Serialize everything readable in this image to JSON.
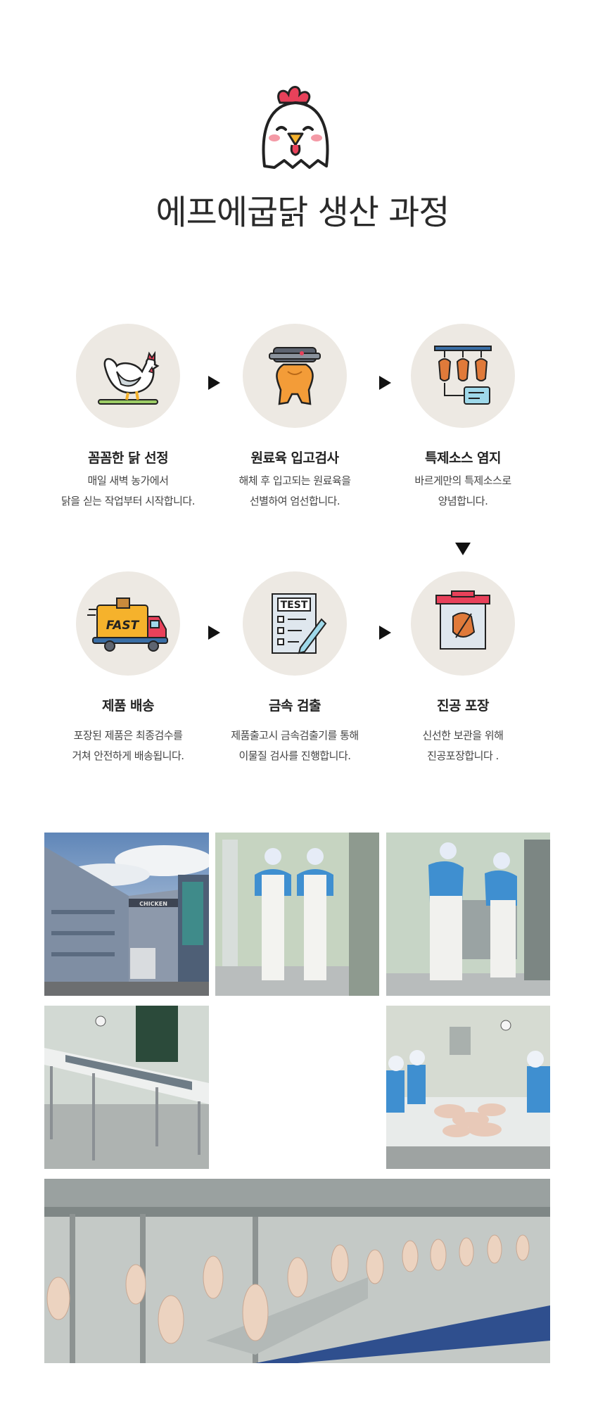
{
  "title": "에프에굽닭 생산 과정",
  "steps": [
    {
      "title": "꼼꼼한 닭 선정",
      "desc1": "매일 새벽 농가에서",
      "desc2": "닭을 싣는 작업부터 시작합니다.",
      "icon": "hen-icon"
    },
    {
      "title": "원료육 입고검사",
      "desc1": "해체 후 입고되는 원료육을",
      "desc2": "선별하여 엄선합니다.",
      "icon": "raw-chicken-inspection-icon"
    },
    {
      "title": "특제소스 염지",
      "desc1": "바르게만의 특제소스로",
      "desc2": "양념합니다.",
      "icon": "hanging-chicken-marinade-icon"
    },
    {
      "title": "제품 배송",
      "desc1": "포장된 제품은 최종검수를",
      "desc2": "거쳐 안전하게 배송됩니다.",
      "icon": "fast-delivery-truck-icon",
      "icon_text": "FAST"
    },
    {
      "title": "금속 검출",
      "desc1": "제품출고시 금속검출기를 통해",
      "desc2": "이물질 검사를 진행합니다.",
      "icon": "test-checklist-icon",
      "icon_text": "TEST"
    },
    {
      "title": "진공 포장",
      "desc1": "신선한 보관을 위해",
      "desc2": "진공포장합니다 .",
      "icon": "vacuum-package-icon"
    }
  ],
  "photos": {
    "factory_sign": "CHICKEN"
  },
  "colors": {
    "circle_bg": "#ede9e3",
    "title": "#2a2a2a",
    "worker_blue": "#3f8fd0",
    "chicken_skin": "#e8c9b8"
  }
}
